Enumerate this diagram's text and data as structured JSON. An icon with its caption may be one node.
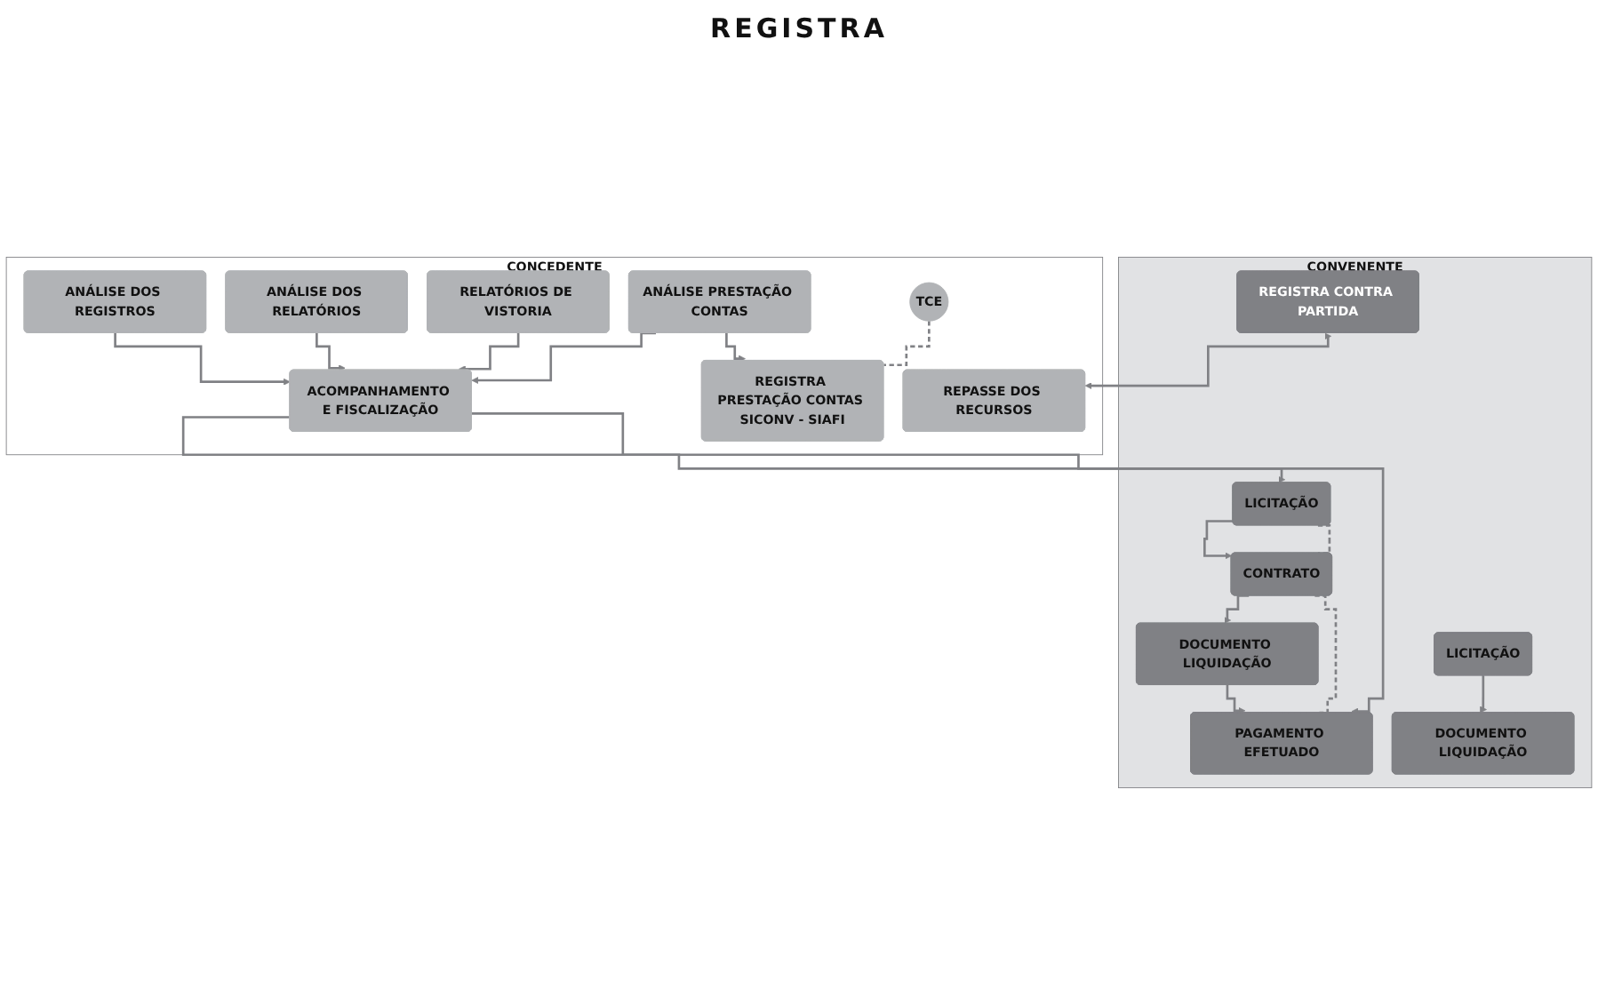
{
  "diagram": {
    "nodes": [
      {
        "text": [
          "CONVENENTE"
        ]
      },
      {
        "text": [
          "REGISTRA CONTRA PARTIDA"
        ],
        "in": 0
      },
      {
        "text": [
          "LICITAÇÃO"
        ],
        "in": 0
      },
      {
        "text": [
          "CONTRATO"
        ],
        "in": 0
      },
      {
        "text": [
          "DOCUMENTO LIQUIDAÇÃO"
        ],
        "in": 0
      },
      {
        "text": [
          "PAGAMENTO EFETUADO"
        ],
        "in": 0
      },
      {
        "text": [
          "LICITAÇÃO"
        ],
        "in": 0
      },
      {
        "text": [
          "DOCUMENTO LIQUIDAÇÃO"
        ],
        "in": 0
      },
      {
        "text": [
          "CONCEDENTE"
        ]
      },
      {
        "text": [
          "ACOMPANHAMENTO E FISCALIZAÇÃO"
        ],
        "in": 8
      },
      {
        "text": [
          "ANÁLISE DOS REGISTROS"
        ],
        "in": 8
      },
      {
        "text": [
          "ANÁLISE DOS RELATÓRIOS"
        ],
        "in": 8
      },
      {
        "text": [
          "RELATÓRIOS DE VISTORIA"
        ],
        "in": 8
      },
      {
        "text": [
          "ANÁLISE PRESTAÇÃO CONTAS"
        ],
        "in": 8
      },
      {
        "text": [
          "TCE"
        ],
        "in": 8
      },
      {
        "text": [
          "REGISTRA PRESTAÇÃO CONTAS SICONV - SIAFI"
        ],
        "in": 8
      },
      {
        "text": [
          "REPASSE DOS RECURSOS"
        ],
        "in": 8
      }
    ],
    "edges": [
      {
        "from": 1,
        "to": 16,
        "arrow": "both"
      },
      {
        "from": 2,
        "to": 3,
        "arrow": "to"
      },
      {
        "from": 3,
        "to": 4,
        "arrow": "to"
      },
      {
        "from": 4,
        "to": 5,
        "arrow": "to"
      },
      {
        "from": 2,
        "to": 3,
        "arrow": "none",
        "style": "dashed"
      },
      {
        "from": 3,
        "to": 5,
        "arrow": "none",
        "style": "dashed"
      },
      {
        "from": 6,
        "to": 7,
        "arrow": "to"
      },
      {
        "from": 9,
        "to": 2,
        "arrow": "to"
      },
      {
        "from": 9,
        "to": 5,
        "arrow": "to"
      },
      {
        "from": 10,
        "to": 9,
        "arrow": "to"
      },
      {
        "from": 11,
        "to": 9,
        "arrow": "to"
      },
      {
        "from": 12,
        "to": 9,
        "arrow": "to"
      },
      {
        "from": 13,
        "to": 9,
        "arrow": "to"
      },
      {
        "from": 13,
        "to": 15,
        "arrow": "to"
      },
      {
        "from": 14,
        "to": 15,
        "arrow": "none",
        "style": "dashed"
      }
    ],
    "labels": [
      "REGISTRA"
    ]
  }
}
